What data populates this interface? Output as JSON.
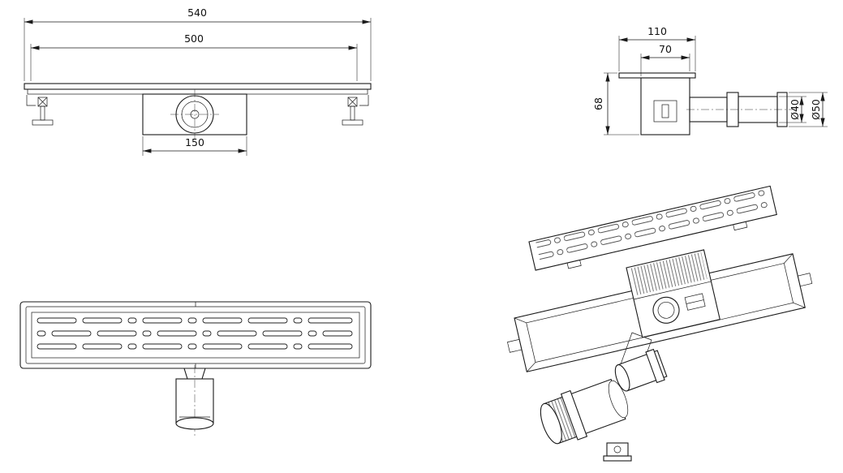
{
  "views": {
    "front": {
      "overall_width": "540",
      "inner_width": "500",
      "outlet_width": "150"
    },
    "side": {
      "overall_depth": "110",
      "body_depth": "70",
      "body_height": "68",
      "pipe_diameter": "Ø40",
      "coupling_diameter": "Ø50"
    }
  }
}
